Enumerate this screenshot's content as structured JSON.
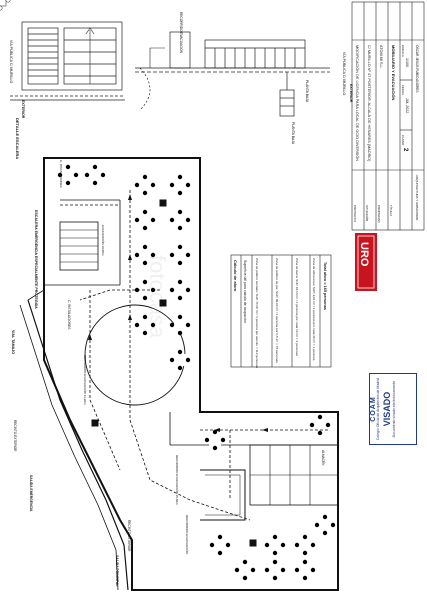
{
  "title_block": {
    "project": "MODIFICACIÓN DE LICENCIA PARA LOCAL DE OCIO DIVERSIÓN",
    "address": "C/ MURILLO Nº 47 POSTERIOR. ALCALÁ DE HENARES (MADRID)",
    "client": "ATOM 88 S.L.",
    "sheet_title": "MOBILIARIO Y EVACUACIÓN",
    "scale": "1/100",
    "date": "JUL 2022",
    "plan_no": "2",
    "drawn_by": "ÓSCAR JESÚS RUBIO ANDRÉS",
    "firm_caption": "ARQUITECTURA Y URBANISMO",
    "labels": [
      "PROYECTO",
      "SITUACIÓN",
      "PROPIEDAD",
      "TÍTULO",
      "ESCALA",
      "FECHA",
      "PLANO"
    ]
  },
  "logo": {
    "text": "URO"
  },
  "occupancy_table": {
    "heading": "Cálculo de aforo",
    "subheading": "Superficie útil para cálculo de ocupación",
    "rows": [
      "Zona de público sentado: SUP. 70,00 m² / 1 persona por asiento = 112 personas",
      "Zona de público de pie: SUP. 39,00 m² / 1 persona por 0,5 m² = 78 personas",
      "Zona de barra: SUP. 18,13 m² / 1 persona por cada 10 m² = 2 personas",
      "Zona de almacenes: SUP. 9,61 m² / 1 persona por cada 40 m² = 1 persona"
    ],
    "total": "Total aforo = 165 personas"
  },
  "stamp": {
    "header": "COAM",
    "sub": "Colegio Oficial de Arquitectos de Madrid",
    "main": "VISADO",
    "foot": "Documento visado electrónicamente"
  },
  "plan_labels": {
    "escalera_emergencia": "ESCALERA EMERGENCIA ESPECIALMENTE PROTEGIDA",
    "vial_tamajo": "VIAL TAMAJO",
    "escape": "EVACUACIÓN 19,58m",
    "recorrido_1": "RECORRIDO EVACUACIÓN 13,96m",
    "recorrido_2": "RECORRIDO EVACUACIÓN 15,80m",
    "recorrido_3": "RECORRIDO EVACUACIÓN",
    "salida_principal": "SALIDA PRINCIPAL",
    "salida_emergencia": "SALIDA EMERGENCIA",
    "recinto_1": "RECINTO EXTERIOR",
    "recinto_2": "RECINTO EXTERIOR",
    "evac_vertical": "RECORRIDO EVACUACIÓN",
    "c_instalaciones": "C. INSTALACIONES",
    "instalaciones_2": "C. INSTALACIONES",
    "planta_1": "PLANTA BAJA",
    "planta_2": "PLANTA BAJA",
    "via_publica": "VÍA PÚBLICA C/ MURILLO",
    "via_publica_2": "VÍA PÚBLICA C/ MURILLO",
    "exterior_1": "EXTERIOR",
    "exterior_2": "EXTERIOR",
    "detail_1": "DETALLE ESCALERA",
    "almacen": "ALMACÉN"
  },
  "watermark": "fotocasa"
}
